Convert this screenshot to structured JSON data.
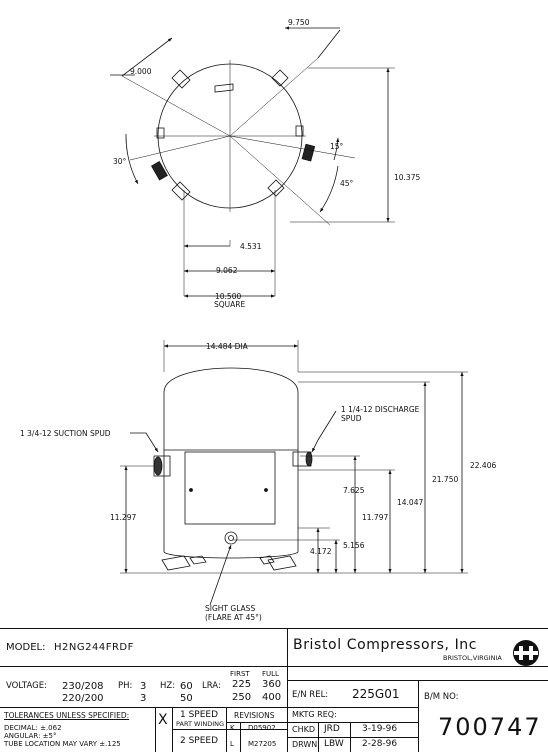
{
  "top_view": {
    "dim_9000": "9.000",
    "dim_9750": "9.750",
    "angle_30": "30°",
    "angle_15": "15°",
    "angle_45": "45°",
    "dim_10375": "10.375",
    "dim_4531": "4.531",
    "dim_9062": "9.062",
    "dim_10500": "10.500",
    "square": "SQUARE"
  },
  "side_view": {
    "dia": "14.484 DIA",
    "suction": "1 3/4-12 SUCTION SPUD",
    "discharge_1": "1 1/4-12 DISCHARGE",
    "discharge_2": "SPUD",
    "dim_22406": "22.406",
    "dim_21750": "21.750",
    "dim_14047": "14.047",
    "dim_11797": "11.797",
    "dim_7625": "7.625",
    "dim_5156": "5.156",
    "dim_4172": "4.172",
    "dim_11297": "11.297",
    "sight_1": "SIGHT GLASS",
    "sight_2": "(FLARE AT 45°)"
  },
  "title_block": {
    "model_label": "MODEL:",
    "model_value": "H2NG244FRDF",
    "company": "Bristol Compressors, Inc",
    "location": "BRISTOL,VIRGINIA",
    "first": "FIRST",
    "full": "FULL",
    "voltage_label": "VOLTAGE:",
    "voltage_1": "230/208",
    "ph_label": "PH:",
    "ph_1": "3",
    "hz_label": "HZ:",
    "hz_1": "60",
    "lra_label": "LRA:",
    "first_1": "225",
    "full_1": "360",
    "voltage_2": "220/200",
    "ph_2": "3",
    "hz_2": "50",
    "first_2": "250",
    "full_2": "400",
    "en_rel_label": "E/N REL:",
    "en_rel_value": "225G01",
    "bm_label": "B/M NO:",
    "bm_value": "700747",
    "tol_title": "TOLERANCES UNLESS SPECIFIED:",
    "tol_decimal": "DECIMAL: ±.062",
    "tol_angular": "ANGULAR: ±5°",
    "tol_tube": "TUBE LOCATION MAY VARY ±.125",
    "x_mark": "X",
    "speed_1": "1 SPEED",
    "part_winding": "PART WINDING",
    "speed_2": "2 SPEED",
    "revisions": "REVISIONS",
    "rev_k": "K",
    "rev_k_no": "D05902",
    "rev_l": "L",
    "rev_l_no": "M27205",
    "mktg_req": "MKTG REQ:",
    "chkd_label": "CHKD",
    "chkd_by": "JRD",
    "chkd_date": "3-19-96",
    "drwn_label": "DRWN",
    "drwn_by": "LBW",
    "drwn_date": "2-28-96"
  }
}
